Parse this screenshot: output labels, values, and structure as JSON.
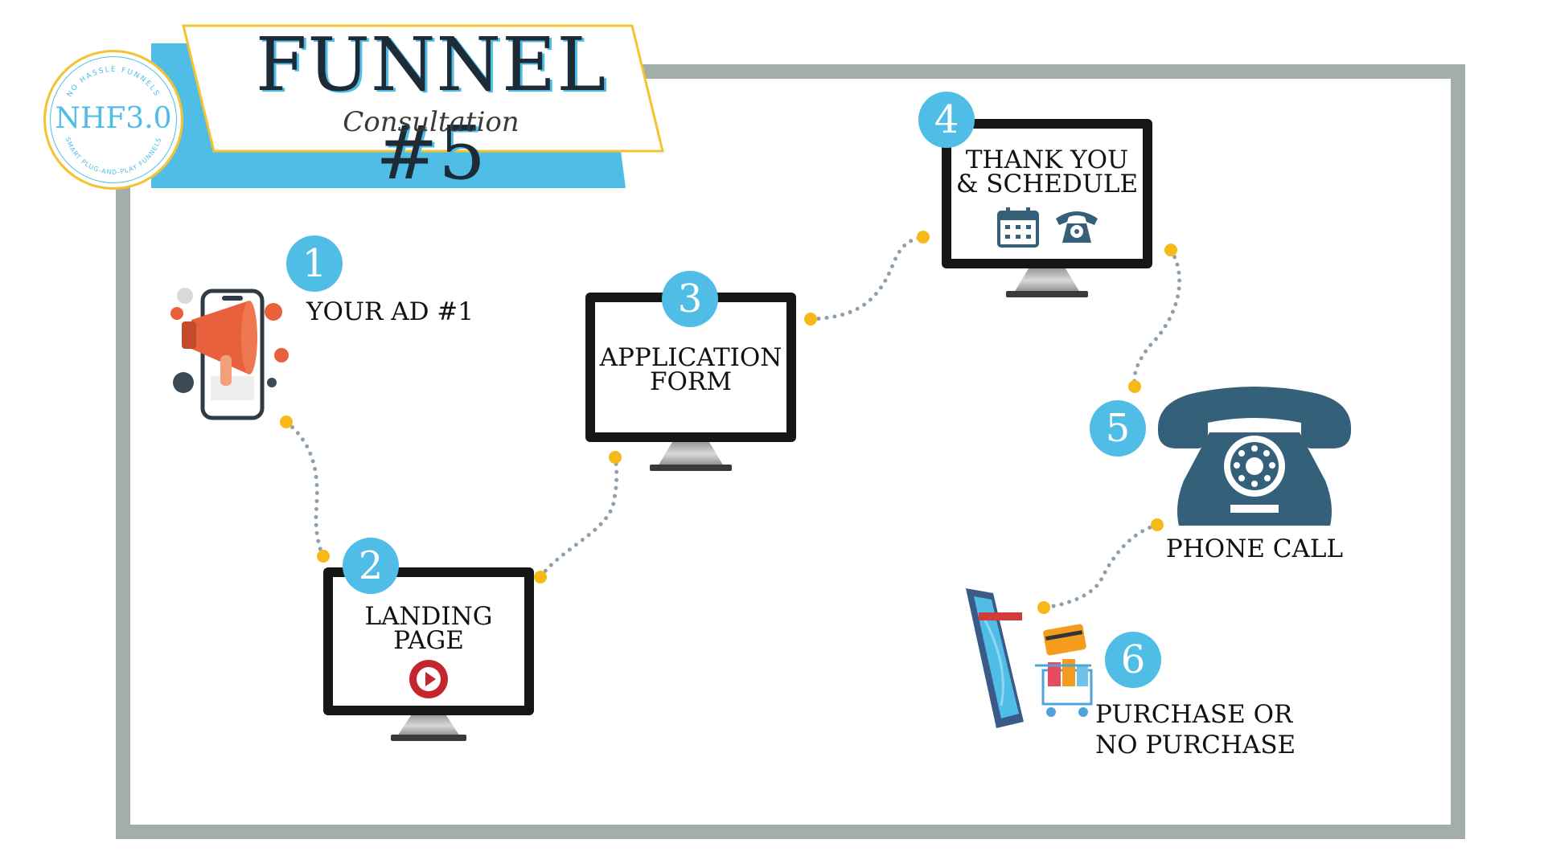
{
  "header": {
    "title": "FUNNEL #5",
    "subtitle": "Consultation"
  },
  "logo": {
    "text": "NHF3.0",
    "ring_top": "NO HASSLE FUNNELS",
    "ring_bottom": "SMART PLUG-AND-PLAY FUNNELS"
  },
  "steps": [
    {
      "number": "1",
      "label": "YOUR AD #1",
      "icon": "megaphone-phone-icon"
    },
    {
      "number": "2",
      "label_lines": [
        "LANDING",
        "PAGE"
      ],
      "icon": "play-button-icon"
    },
    {
      "number": "3",
      "label_lines": [
        "APPLICATION",
        "FORM"
      ],
      "icon": "monitor-icon"
    },
    {
      "number": "4",
      "label_lines": [
        "THANK YOU",
        "& SCHEDULE"
      ],
      "icon": "calendar-icon"
    },
    {
      "number": "5",
      "label": "PHONE CALL",
      "icon": "rotary-phone-icon"
    },
    {
      "number": "6",
      "label_lines": [
        "PURCHASE OR",
        "NO PURCHASE"
      ],
      "icon": "shopping-cart-icon"
    }
  ],
  "colors": {
    "accent_blue": "#4fbde6",
    "accent_yellow": "#f6b916",
    "frame_gray": "#a4aea9",
    "phone_navy": "#35607a",
    "connector": "#8ea0ad"
  }
}
